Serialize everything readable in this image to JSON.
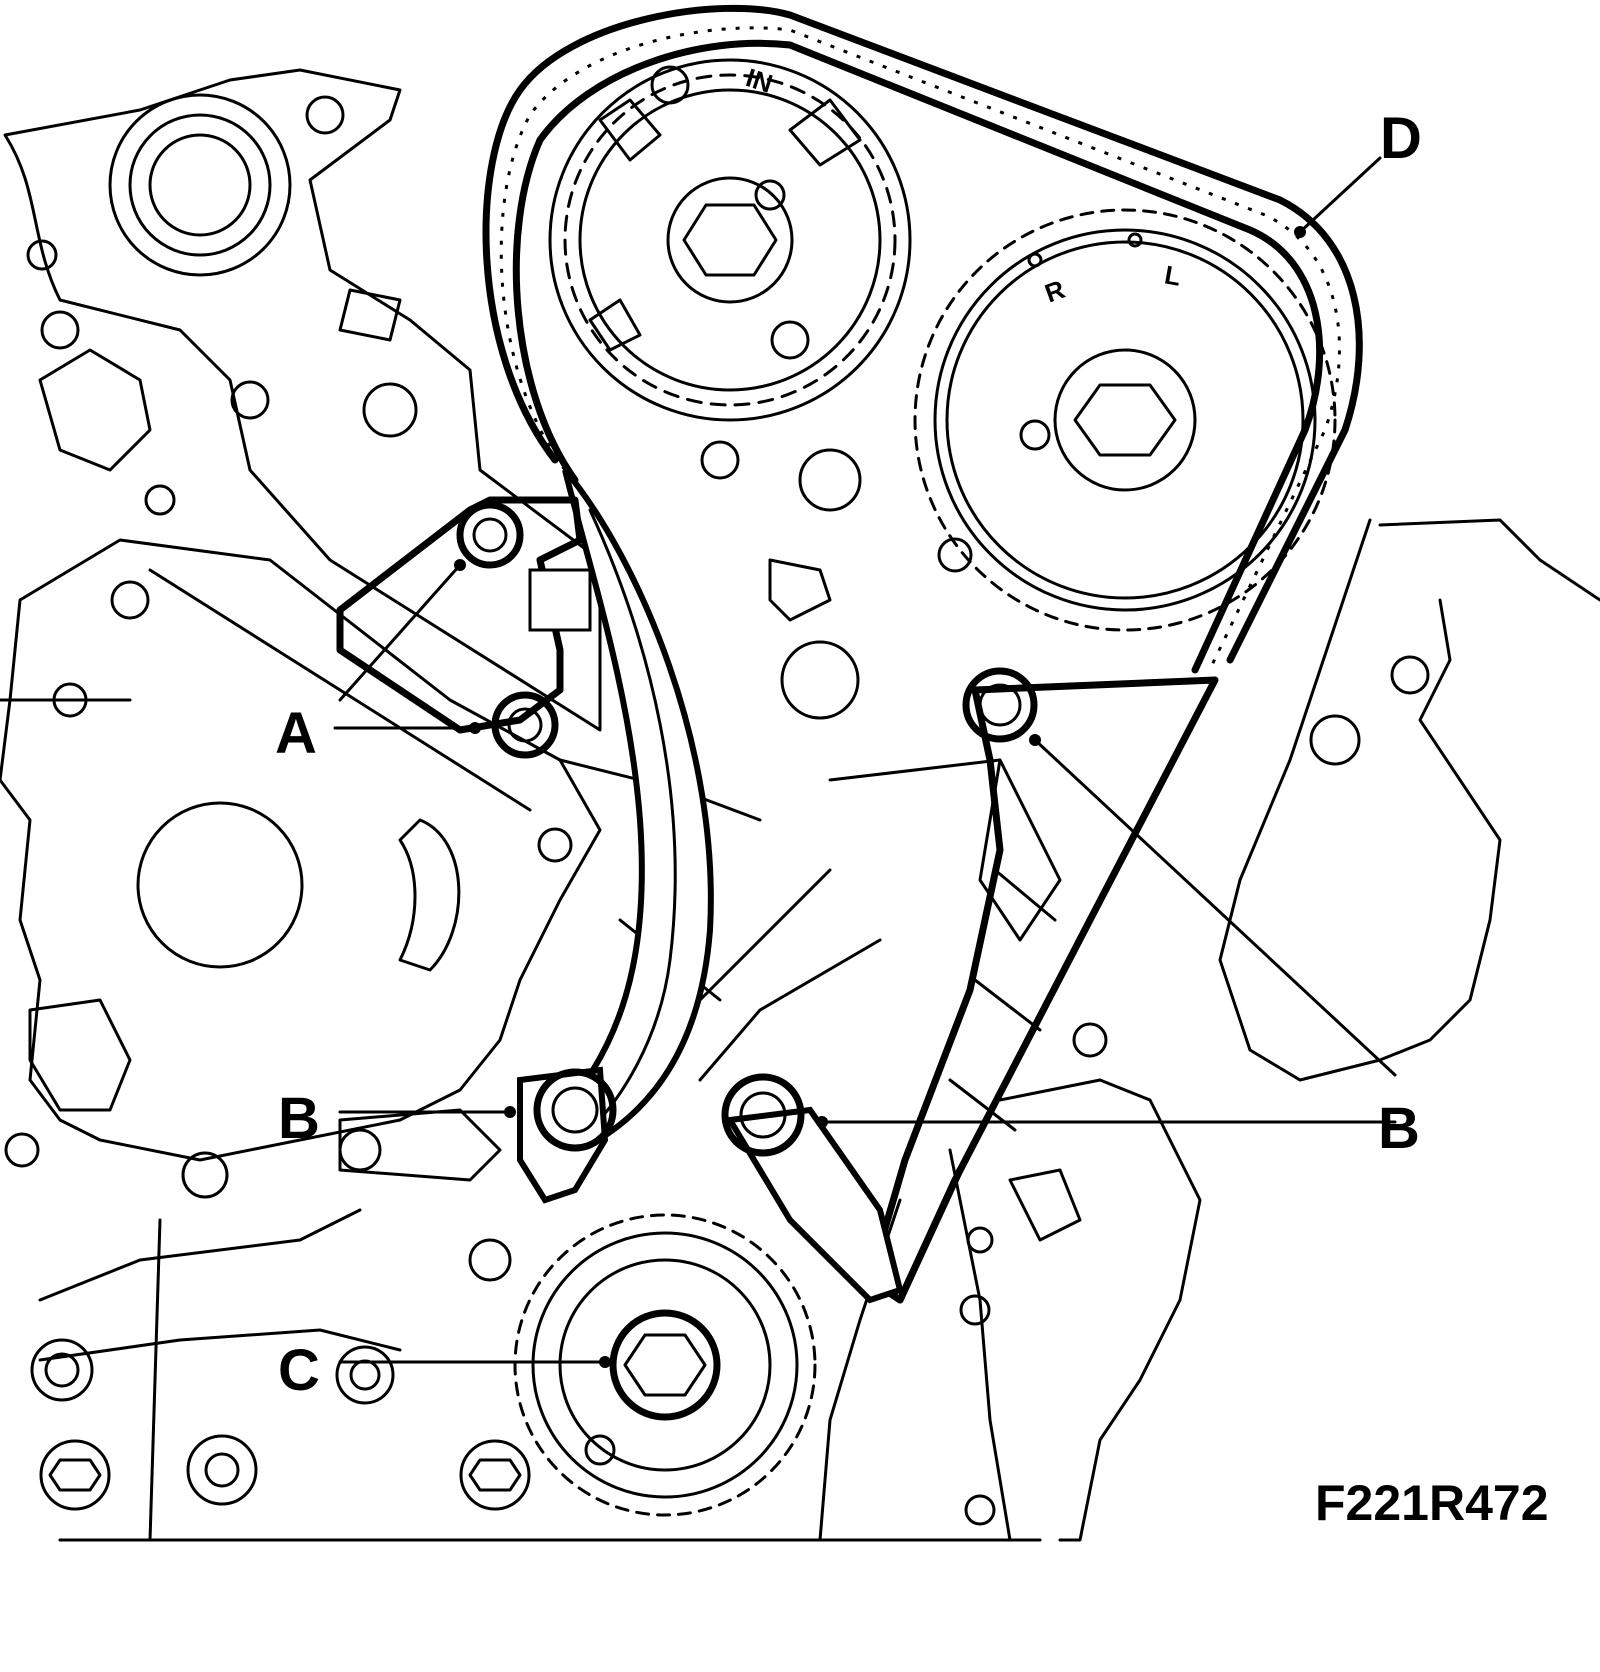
{
  "callouts": {
    "a": "A",
    "b_left": "B",
    "b_right": "B",
    "c": "C",
    "d": "D"
  },
  "sprocket_marks": {
    "intake": "IN",
    "right": "R",
    "left": "L"
  },
  "figure_ref": "F221R472"
}
